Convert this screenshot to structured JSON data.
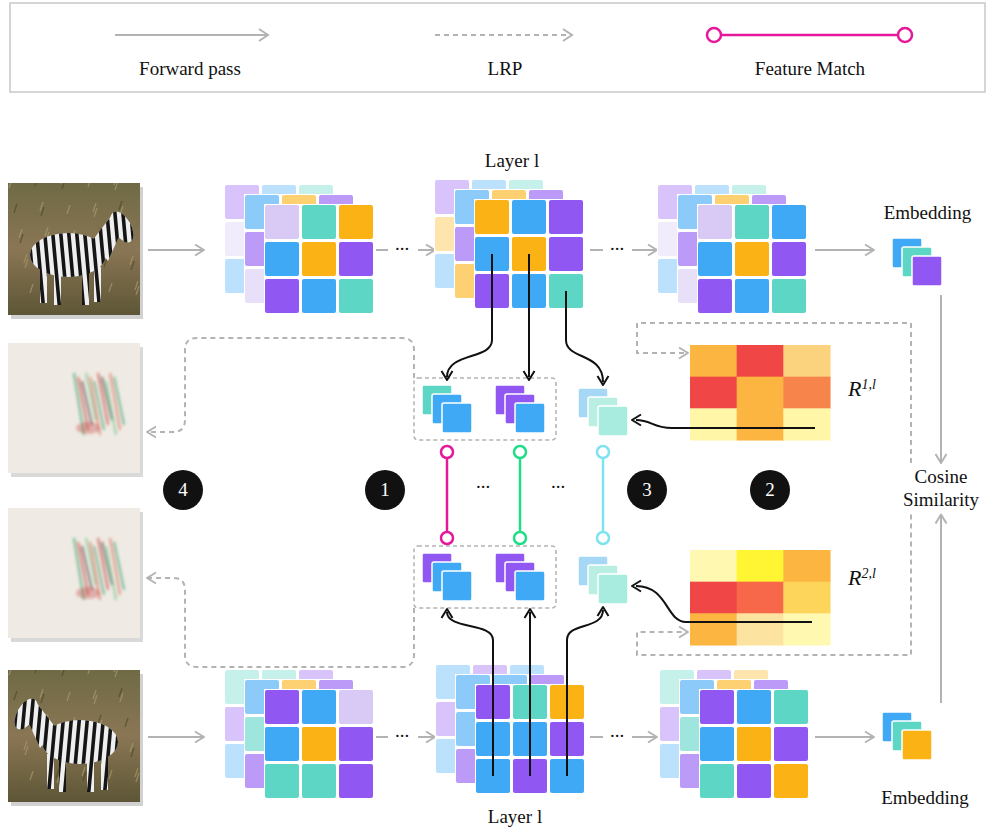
{
  "diagram": {
    "nodes": [
      {
        "text": [
          "Embedding"
        ]
      },
      {
        "text": [
          "R1,l"
        ]
      },
      {
        "text": [
          "4"
        ]
      },
      {
        "text": [
          "1"
        ]
      },
      {
        "text": [
          "3"
        ]
      },
      {
        "text": [
          "2"
        ]
      },
      {
        "text": [
          "Cosine Similarity"
        ]
      },
      {
        "text": [
          "R2,l"
        ]
      },
      {
        "text": [
          "Embedding"
        ]
      }
    ],
    "edges": [
      {
        "from": 0,
        "to": 6,
        "arrow": "to"
      },
      {
        "from": 8,
        "to": 6,
        "arrow": "to"
      },
      {
        "from": 6,
        "to": 1,
        "arrow": "to"
      },
      {
        "from": 6,
        "to": 7,
        "arrow": "to"
      }
    ],
    "labels": [
      "Layer l",
      "...",
      "...",
      "...",
      "...",
      "...",
      "...",
      "Layer l"
    ],
    "legend": [
      {
        "text": "Forward pass"
      },
      {
        "text": "LRP"
      },
      {
        "text": "Feature Match"
      }
    ]
  }
}
